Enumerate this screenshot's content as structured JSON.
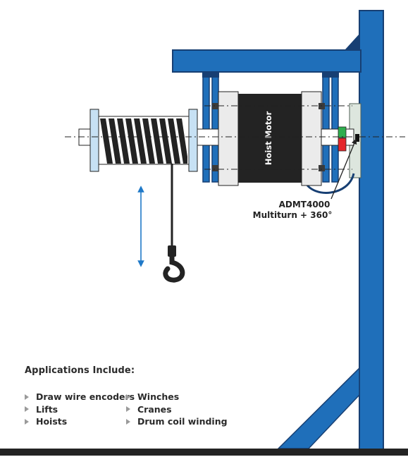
{
  "diagram": {
    "motor_label": "Hoist Motor",
    "sensor_label_line1": "ADMT4000",
    "sensor_label_line2": "Multiturn + 360°"
  },
  "applications": {
    "title": "Applications Include:",
    "column1": [
      "Draw wire encoders",
      "Lifts",
      "Hoists"
    ],
    "column2": [
      "Winches",
      "Cranes",
      "Drum coil winding"
    ]
  },
  "colors": {
    "frame_blue": "#1f6fba",
    "frame_dark": "#173f73",
    "drum_light": "#c7e1f4",
    "motor_black": "#232323",
    "sensor_green": "#2fae4e",
    "sensor_red": "#e5262b",
    "arrow_blue": "#1f79c8"
  }
}
